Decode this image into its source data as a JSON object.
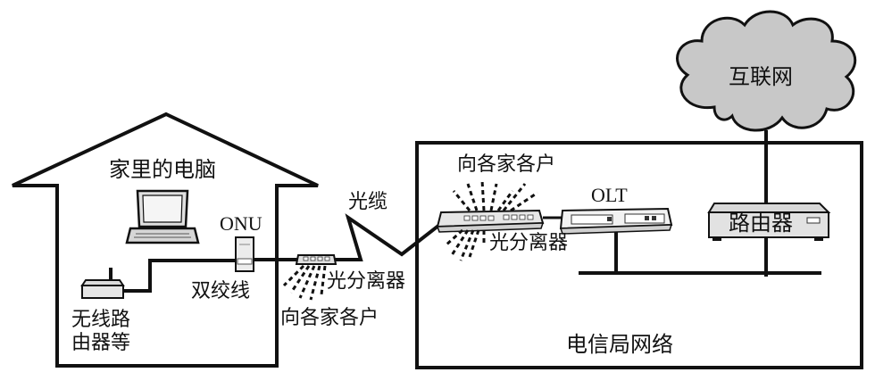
{
  "labels": {
    "internet": "互联网",
    "home_pc": "家里的电脑",
    "onu": "ONU",
    "twisted_pair": "双绞线",
    "wireless_router": "无线路\n由器等",
    "splitter_home": "光分离器",
    "to_homes_bottom": "向各家各户",
    "fiber_cable": "光缆",
    "to_homes_top": "向各家各户",
    "splitter_office": "光分离器",
    "olt": "OLT",
    "router": "路由器",
    "telecom_network": "电信局网络"
  },
  "colors": {
    "cloud_fill": "#c8c8c8",
    "line": "#111111",
    "device_fill": "#e6e6e6"
  },
  "icons": [
    "laptop-icon",
    "onu-icon",
    "wireless-router-icon",
    "optical-splitter-icon",
    "olt-icon",
    "router-icon",
    "cloud-icon"
  ]
}
